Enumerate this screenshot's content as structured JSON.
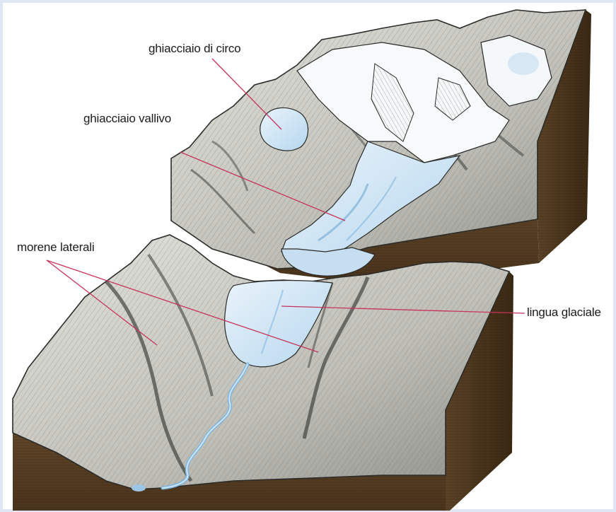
{
  "labels": {
    "cirque_glacier": "ghiacciaio di circo",
    "valley_glacier": "ghiacciaio vallivo",
    "lateral_moraines": "morene laterali",
    "glacial_tongue": "lingua glaciale"
  },
  "colors": {
    "leader_line": "#c8335a",
    "rock_shade": "#8c8c86",
    "rock_light": "#d8d8d2",
    "ice": "#cfe4f3",
    "ice_edge": "#9cc6e6",
    "earth_section": "#5b4328",
    "earth_dark": "#3f2c18",
    "border": "#dfe8f2"
  }
}
